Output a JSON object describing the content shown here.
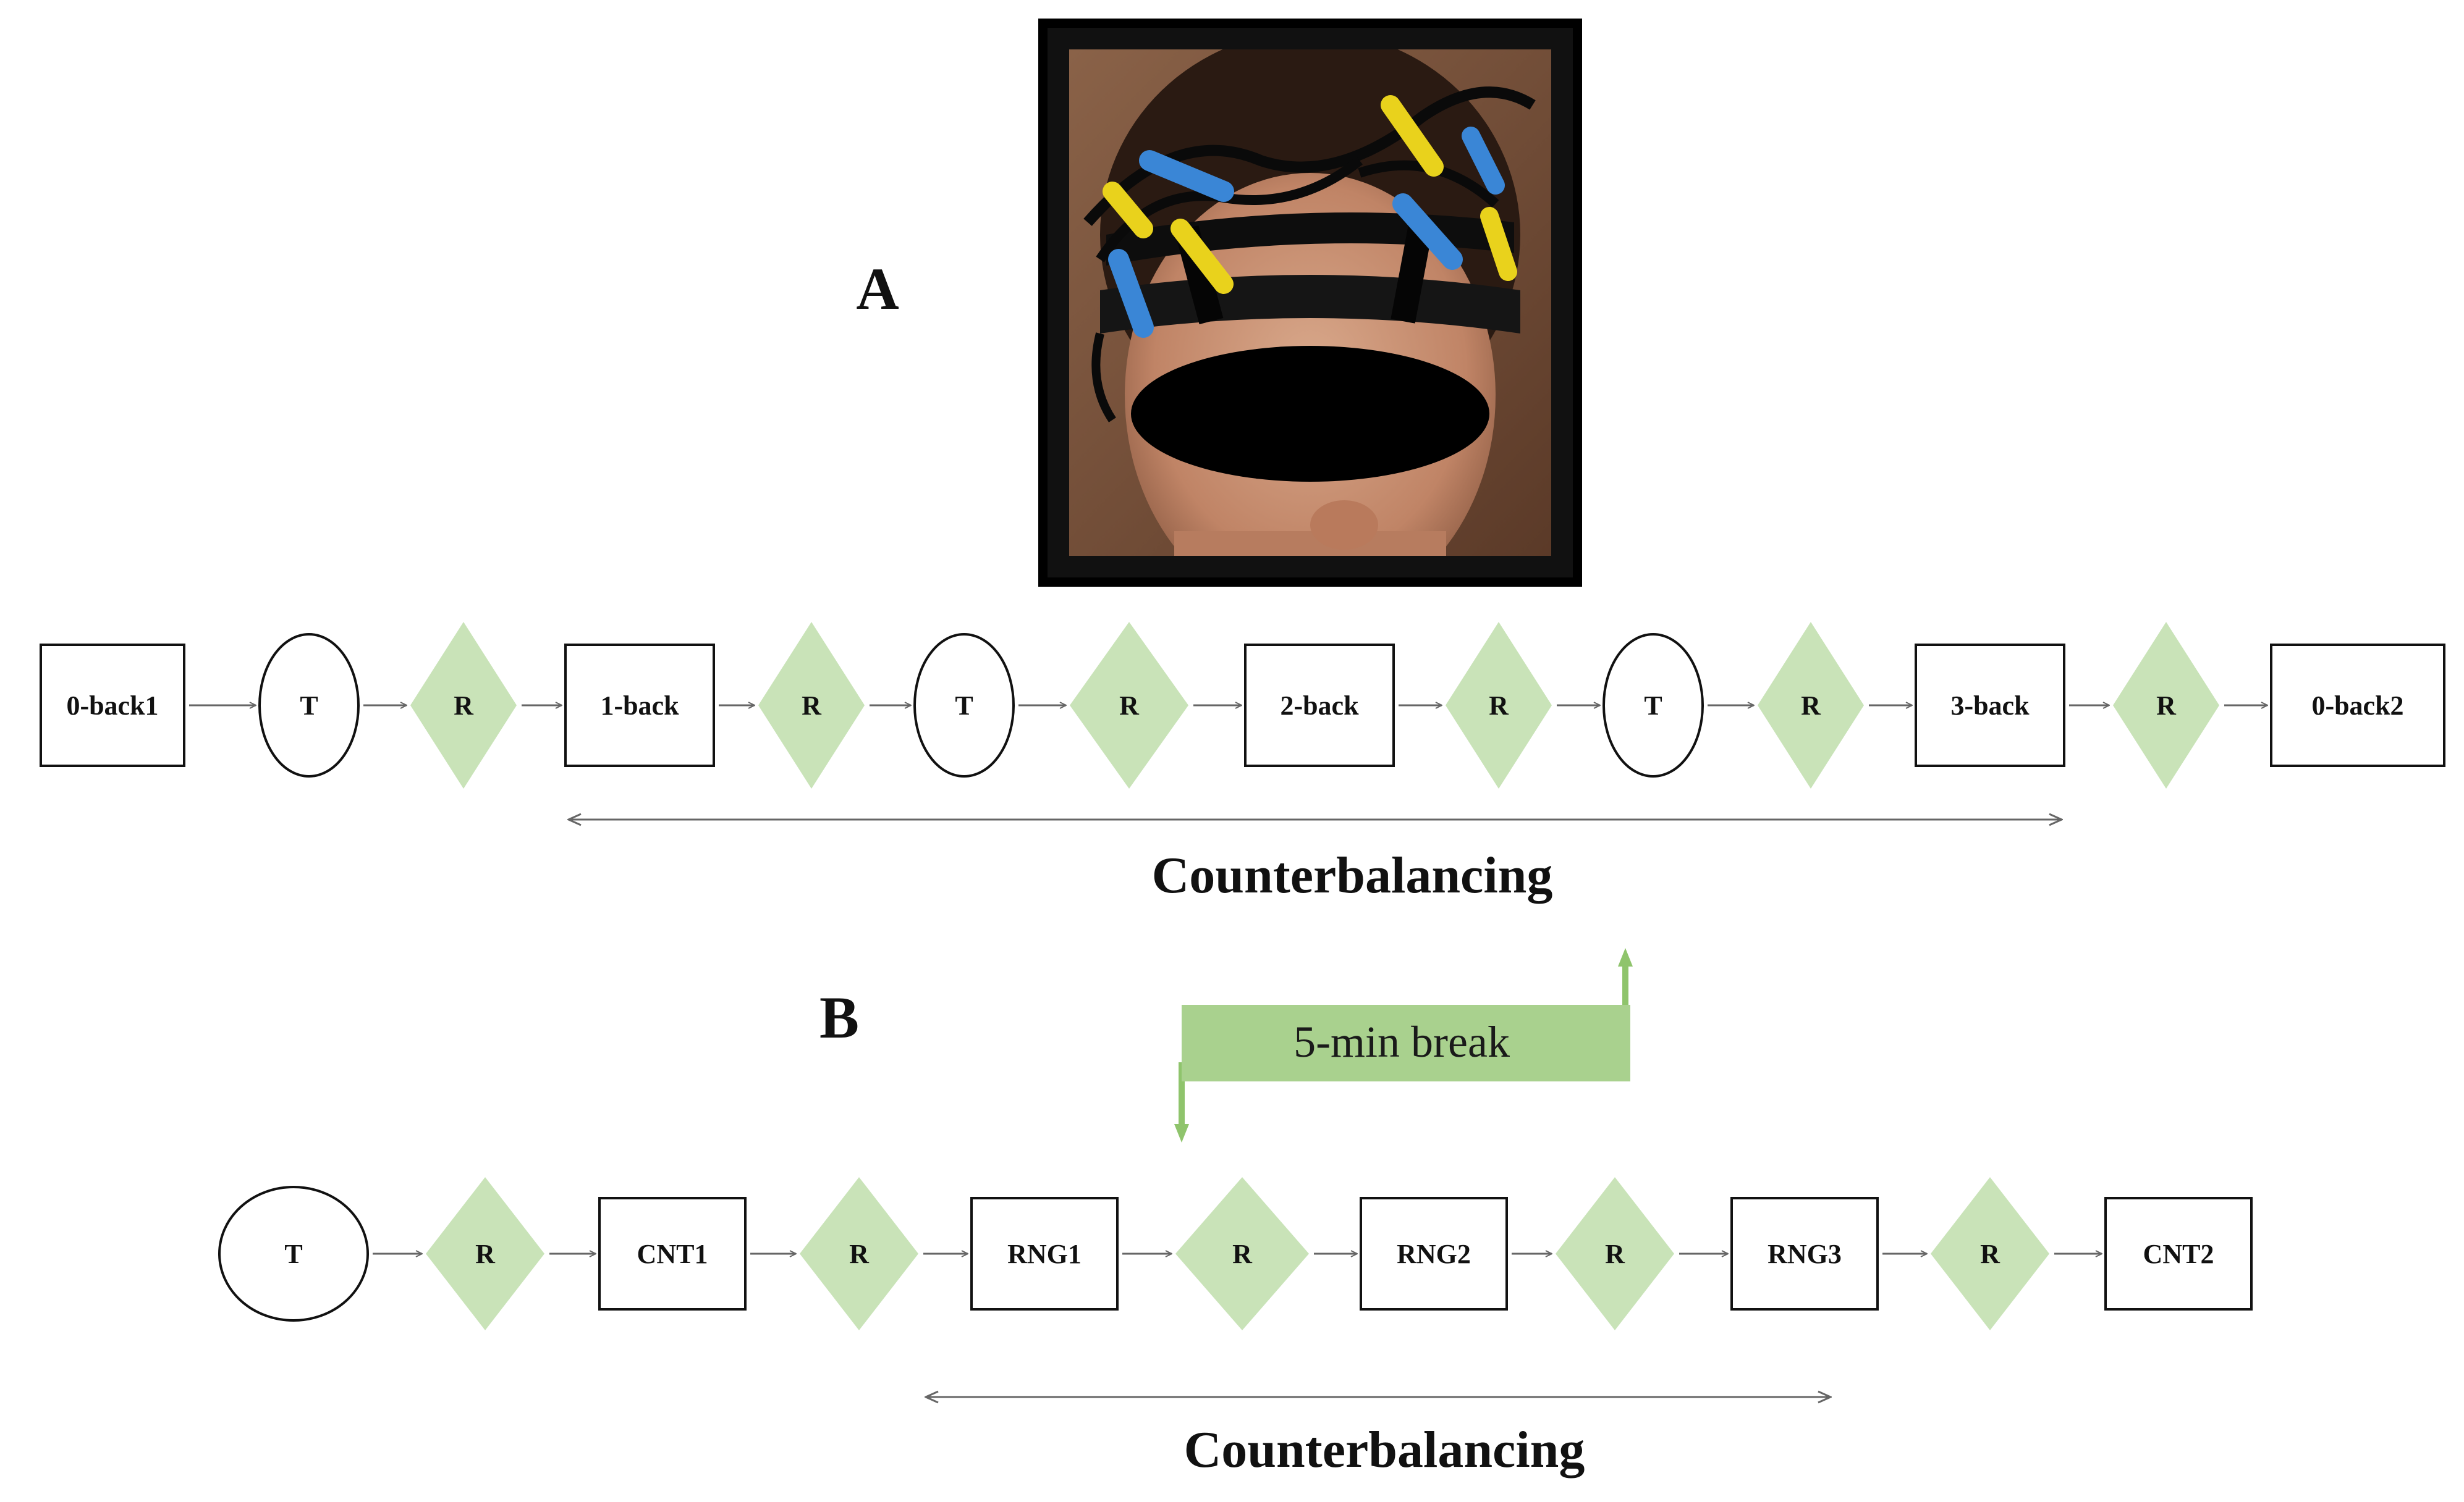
{
  "colors": {
    "diamond_fill": "#c9e3b8",
    "break_fill": "#a9d18e",
    "break_arrow": "#8fc46c",
    "stroke": "#111111",
    "arrow": "#666666",
    "photo_frame": "#000000"
  },
  "panel_a": {
    "label": "A",
    "photo": {
      "icon": "fnirs-headband-photo"
    },
    "sequence": [
      {
        "shape": "rect",
        "label": "0-back1"
      },
      {
        "shape": "ellipse",
        "label": "T"
      },
      {
        "shape": "diamond",
        "label": "R"
      },
      {
        "shape": "rect",
        "label": "1-back"
      },
      {
        "shape": "diamond",
        "label": "R"
      },
      {
        "shape": "ellipse",
        "label": "T"
      },
      {
        "shape": "diamond",
        "label": "R"
      },
      {
        "shape": "rect",
        "label": "2-back"
      },
      {
        "shape": "diamond",
        "label": "R"
      },
      {
        "shape": "ellipse",
        "label": "T"
      },
      {
        "shape": "diamond",
        "label": "R"
      },
      {
        "shape": "rect",
        "label": "3-back"
      },
      {
        "shape": "diamond",
        "label": "R"
      },
      {
        "shape": "rect",
        "label": "0-back2"
      }
    ],
    "counterbalancing_label": "Counterbalancing"
  },
  "panel_b": {
    "label": "B",
    "break_label": "5-min break",
    "sequence": [
      {
        "shape": "ellipse",
        "label": "T"
      },
      {
        "shape": "diamond",
        "label": "R"
      },
      {
        "shape": "rect",
        "label": "CNT1"
      },
      {
        "shape": "diamond",
        "label": "R"
      },
      {
        "shape": "rect",
        "label": "RNG1"
      },
      {
        "shape": "diamond",
        "label": "R"
      },
      {
        "shape": "rect",
        "label": "RNG2"
      },
      {
        "shape": "diamond",
        "label": "R"
      },
      {
        "shape": "rect",
        "label": "RNG3"
      },
      {
        "shape": "diamond",
        "label": "R"
      },
      {
        "shape": "rect",
        "label": "CNT2"
      }
    ],
    "counterbalancing_label": "Counterbalancing"
  }
}
